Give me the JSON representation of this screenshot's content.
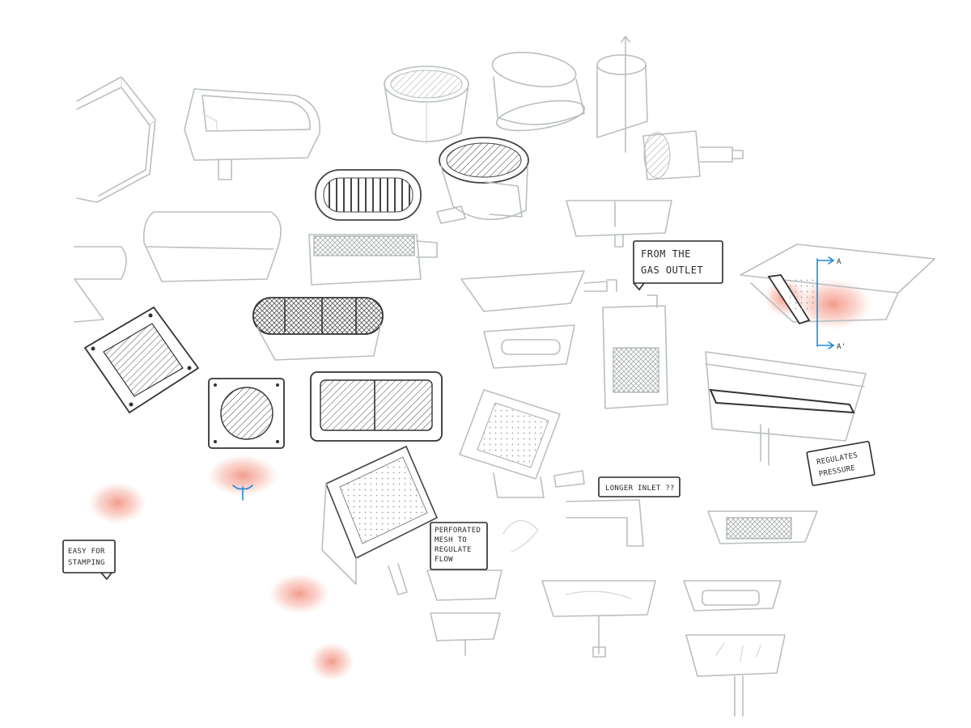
{
  "notes": {
    "gas_outlet": [
      "FROM THE",
      "GAS OUTLET"
    ],
    "regulates_pressure": [
      "REGULATES",
      "PRESSURE"
    ],
    "longer_inlet": "LONGER INLET ??",
    "perforated_mesh": [
      "PERFORATED",
      "MESH TO",
      "REGULATE",
      "FLOW"
    ],
    "easy_stamping": [
      "EASY FOR",
      "STAMPING"
    ]
  },
  "markers": {
    "section_a_top": "A",
    "section_a_bottom": "A'"
  },
  "colors": {
    "sketch": "#b9bfc1",
    "ink": "#3a3a3a",
    "highlight": "#f28a78",
    "arrow": "#1f8ad8"
  }
}
